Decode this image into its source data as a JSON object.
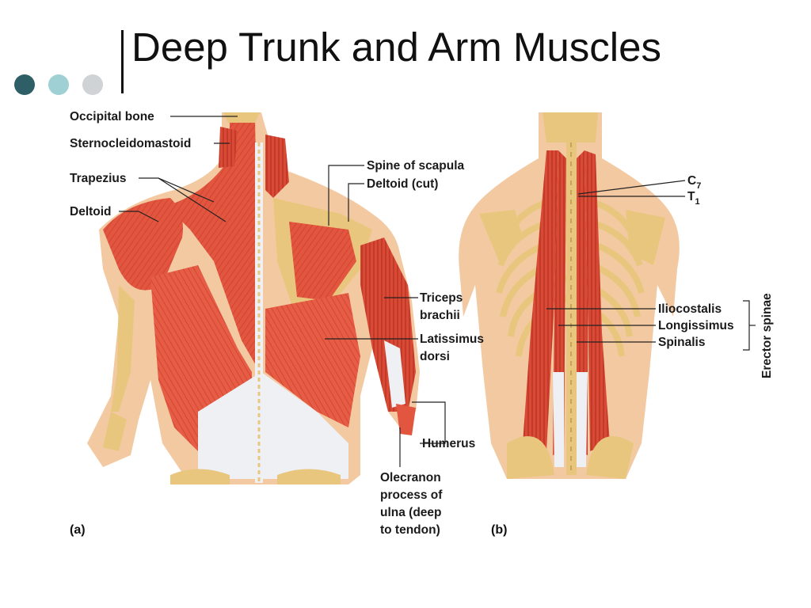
{
  "slide": {
    "title": "Deep Trunk and Arm Muscles",
    "bullet_colors": [
      "#2f5f66",
      "#9fd0d4",
      "#cfd3d6"
    ]
  },
  "figure_a": {
    "panel_label": "(a)",
    "labels": {
      "occipital_bone": "Occipital bone",
      "sternocleidomastoid": "Sternocleidomastoid",
      "trapezius": "Trapezius",
      "deltoid": "Deltoid",
      "spine_of_scapula": "Spine of scapula",
      "deltoid_cut": "Deltoid (cut)",
      "triceps_line1": "Triceps",
      "triceps_line2": "brachii",
      "latissimus_line1": "Latissimus",
      "latissimus_line2": "dorsi",
      "humerus": "Humerus",
      "olecranon_line1": "Olecranon",
      "olecranon_line2": "process of",
      "olecranon_line3": "ulna (deep",
      "olecranon_line4": "to tendon)"
    }
  },
  "figure_b": {
    "panel_label": "(b)",
    "labels": {
      "c7": "C",
      "c7_sub": "7",
      "t1": "T",
      "t1_sub": "1",
      "iliocostalis": "Iliocostalis",
      "longissimus": "Longissimus",
      "spinalis": "Spinalis",
      "group": "Erector spinae"
    }
  },
  "colors": {
    "skin": "#f3c9a2",
    "muscle": "#e2553f",
    "bone": "#e9c67d",
    "tendon": "#eef0f4"
  }
}
